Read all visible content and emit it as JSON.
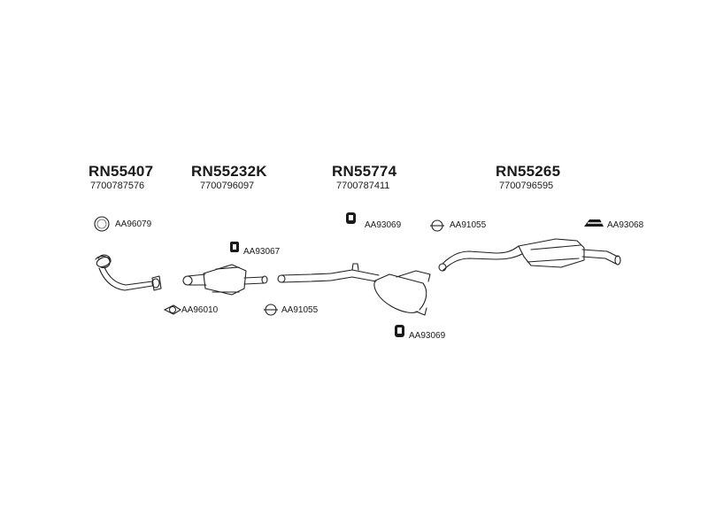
{
  "sections": [
    {
      "code": "RN55407",
      "oe": "7700787576"
    },
    {
      "code": "RN55232K",
      "oe": "7700796097"
    },
    {
      "code": "RN55774",
      "oe": "7700787411"
    },
    {
      "code": "RN55265",
      "oe": "7700796595"
    }
  ],
  "accessories": [
    {
      "ref": "AA96079",
      "icon": "ring-gasket-icon"
    },
    {
      "ref": "AA96010",
      "icon": "flange-gasket-icon"
    },
    {
      "ref": "AA93067",
      "icon": "rubber-mount-icon"
    },
    {
      "ref": "AA91055",
      "icon": "pipe-clamp-icon"
    },
    {
      "ref": "AA93069",
      "icon": "rubber-mount-icon"
    },
    {
      "ref": "AA91055",
      "icon": "pipe-clamp-icon"
    },
    {
      "ref": "AA93068",
      "icon": "hanger-bracket-icon"
    },
    {
      "ref": "AA93069",
      "icon": "rubber-mount-icon"
    }
  ]
}
